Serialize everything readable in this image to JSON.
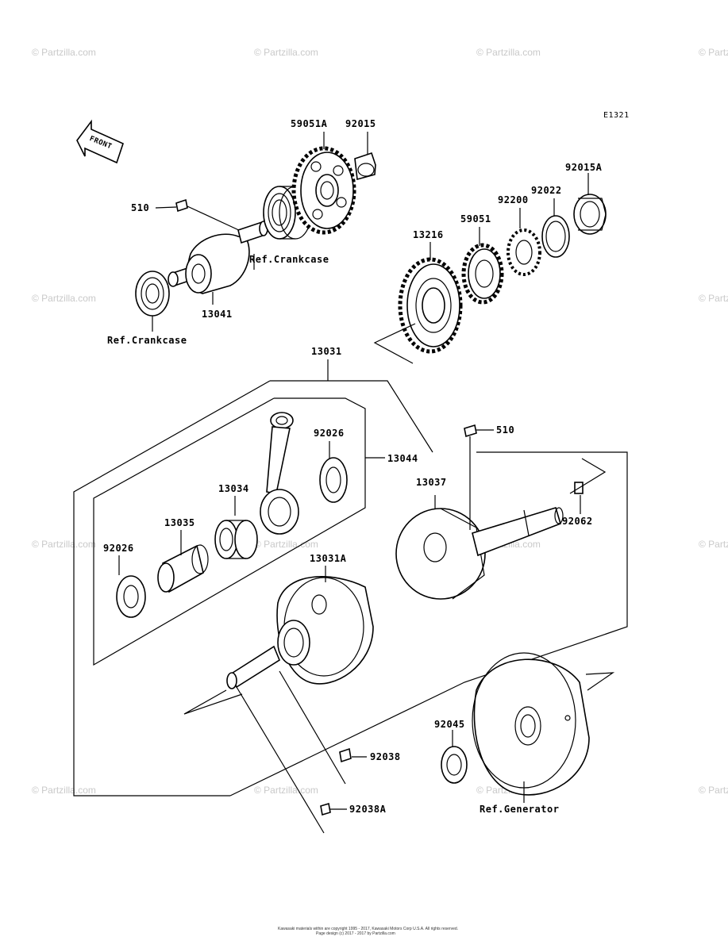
{
  "diagram": {
    "code": "E1321",
    "front_label": "FRONT",
    "watermark": "© Partzilla.com",
    "copyright_line1": "Kawasaki materials within are copyright 1995 - 2017, Kawasaki Motors Corp U.S.A. All rights reserved.",
    "copyright_line2": "Page design (c) 2017 - 2017 by Partzilla.com"
  },
  "parts": {
    "p59051A": "59051A",
    "p92015": "92015",
    "p510_top": "510",
    "ref_crankcase_top": "Ref.Crankcase",
    "p13041": "13041",
    "ref_crankcase_left": "Ref.Crankcase",
    "p92015A": "92015A",
    "p92022": "92022",
    "p92200": "92200",
    "p59051": "59051",
    "p13216": "13216",
    "p13031": "13031",
    "p13044": "13044",
    "p92026_top": "92026",
    "p13034": "13034",
    "p13035": "13035",
    "p92026_left": "92026",
    "p510_right": "510",
    "p13037": "13037",
    "p92062": "92062",
    "p13031A": "13031A",
    "p92045": "92045",
    "p92038": "92038",
    "p92038A": "92038A",
    "ref_generator": "Ref.Generator"
  }
}
